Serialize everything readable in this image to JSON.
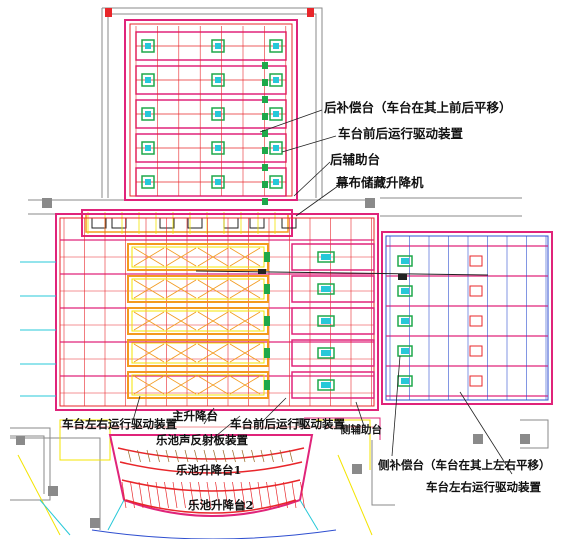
{
  "labels": {
    "rear_wagon": "后补偿台（车台在其上前后平移）",
    "rear_drive": "车台前后运行驱动装置",
    "rear_aux": "后辅助台",
    "curtain_lift": "幕布储藏升降机",
    "lateral_drive": "车台左右运行驱动装置",
    "main_lift": "主升降台",
    "front_back_drive": "车台前后运行驱动装置",
    "side_aux": "侧辅助台",
    "orchestra_reflector": "乐池声反射板装置",
    "orchestra_lift_1": "乐池升降台1",
    "orchestra_lift_2": "乐池升降台2",
    "side_wagon": "侧补偿台（车台在其上左右平移）",
    "side_lateral_drive": "车台左右运行驱动装置"
  },
  "colors": {
    "magenta": "#e0247a",
    "red": "#e8262a",
    "orange": "#f39a1e",
    "yellow": "#f4e400",
    "green": "#1ea84a",
    "cyan": "#27c8d8",
    "blue": "#2f4fd0",
    "gray": "#8a8a8a",
    "dark": "#222222",
    "brown": "#9a6a2a"
  }
}
